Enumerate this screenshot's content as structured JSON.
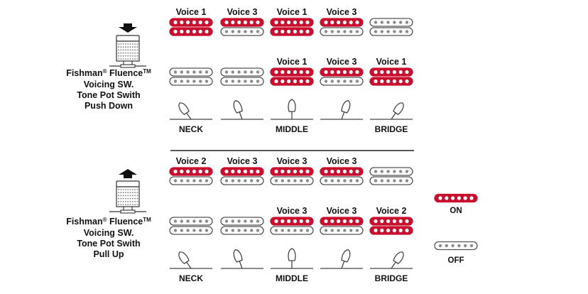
{
  "colors": {
    "on": "#c8102e",
    "outline": "#555555",
    "off_dot": "#8a8a8a"
  },
  "icons": {
    "push_down": "arrow-down-icon",
    "pull_up": "arrow-up-icon",
    "knob": "knob-icon",
    "switch": "toggle-switch-icon"
  },
  "panels": [
    {
      "label": {
        "brand": "Fishman",
        "reg": "®",
        "product": " Fluence",
        "tm": "TM",
        "line2": "Voicing SW.",
        "line3": "Tone Pot Swith",
        "line4": "Push Down"
      },
      "direction": "down",
      "neck_row": [
        {
          "label": "Voice 1",
          "state": "on"
        },
        {
          "label": "Voice 3",
          "state": "split"
        },
        {
          "label": "Voice 1",
          "state": "on"
        },
        {
          "label": "Voice 3",
          "state": "split"
        },
        {
          "label": "",
          "state": "off"
        }
      ],
      "bridge_row": [
        {
          "label": "",
          "state": "off"
        },
        {
          "label": "",
          "state": "off"
        },
        {
          "label": "Voice 1",
          "state": "on"
        },
        {
          "label": "Voice 3",
          "state": "split"
        },
        {
          "label": "Voice 1",
          "state": "on"
        }
      ],
      "switch_angles": [
        -35,
        -20,
        0,
        20,
        35
      ],
      "positions": [
        "NECK",
        "",
        "MIDDLE",
        "",
        "BRIDGE"
      ]
    },
    {
      "label": {
        "brand": "Fishman",
        "reg": "®",
        "product": " Fluence",
        "tm": "TM",
        "line2": "Voicing SW.",
        "line3": "Tone Pot Swith",
        "line4": "Pull Up"
      },
      "direction": "up",
      "neck_row": [
        {
          "label": "Voice 2",
          "state": "split"
        },
        {
          "label": "Voice 3",
          "state": "split"
        },
        {
          "label": "Voice 3",
          "state": "split"
        },
        {
          "label": "Voice 3",
          "state": "split"
        },
        {
          "label": "",
          "state": "off"
        }
      ],
      "bridge_row": [
        {
          "label": "",
          "state": "off"
        },
        {
          "label": "",
          "state": "off"
        },
        {
          "label": "Voice 3",
          "state": "split"
        },
        {
          "label": "Voice 3",
          "state": "split"
        },
        {
          "label": "Voice 2",
          "state": "on"
        }
      ],
      "switch_angles": [
        -35,
        -20,
        0,
        20,
        35
      ],
      "positions": [
        "NECK",
        "",
        "MIDDLE",
        "",
        "BRIDGE"
      ]
    }
  ],
  "legend": {
    "on": "ON",
    "off": "OFF"
  }
}
